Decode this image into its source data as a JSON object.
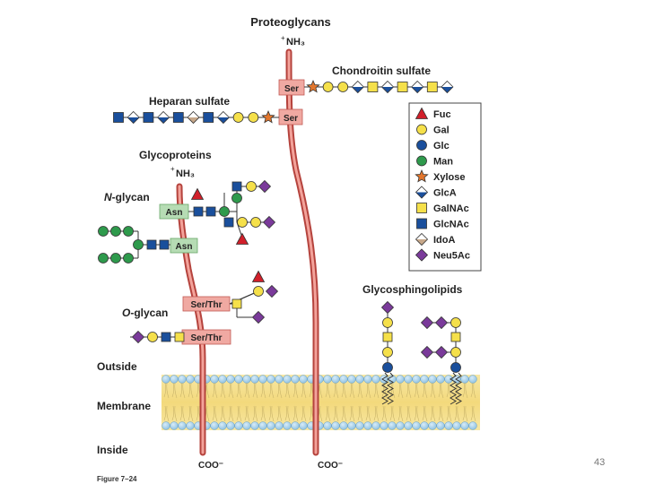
{
  "title": "Proteoglycans",
  "terminals": {
    "nh3": "NH₃",
    "plus": "+",
    "coo": "COO⁻"
  },
  "labels": {
    "chondroitin": "Chondroitin sulfate",
    "heparan": "Heparan sulfate",
    "glycoproteins": "Glycoproteins",
    "n_glycan_italic": "N",
    "n_glycan_rest": "-glycan",
    "o_glycan_italic": "O",
    "o_glycan_rest": "-glycan",
    "glycosphingolipids": "Glycosphingolipids",
    "outside": "Outside",
    "membrane": "Membrane",
    "inside": "Inside"
  },
  "residues": {
    "ser": "Ser",
    "asn": "Asn",
    "ser_thr": "Ser/Thr"
  },
  "legend": [
    {
      "label": "Fuc",
      "icon": "red-triangle-icon",
      "shape": "triangle",
      "color": "#d11f2a"
    },
    {
      "label": "Gal",
      "icon": "yellow-circle-icon",
      "shape": "circle",
      "color": "#f5e04a"
    },
    {
      "label": "Glc",
      "icon": "blue-circle-icon",
      "shape": "circle",
      "color": "#1a4f9c"
    },
    {
      "label": "Man",
      "icon": "green-circle-icon",
      "shape": "circle",
      "color": "#2e9a4c"
    },
    {
      "label": "Xylose",
      "icon": "orange-star-icon",
      "shape": "star",
      "color": "#e2762d"
    },
    {
      "label": "GlcA",
      "icon": "blue-white-diamond-icon",
      "shape": "split-diamond",
      "color": "#1a4f9c"
    },
    {
      "label": "GalNAc",
      "icon": "yellow-square-icon",
      "shape": "square",
      "color": "#f5e04a"
    },
    {
      "label": "GlcNAc",
      "icon": "blue-square-icon",
      "shape": "square",
      "color": "#1a4f9c"
    },
    {
      "label": "IdoA",
      "icon": "tan-white-diamond-icon",
      "shape": "split-diamond",
      "color": "#c7a88a"
    },
    {
      "label": "Neu5Ac",
      "icon": "purple-diamond-icon",
      "shape": "diamond",
      "color": "#7a3a9a"
    }
  ],
  "figure_caption": "Figure 7–24",
  "page_number": "43"
}
